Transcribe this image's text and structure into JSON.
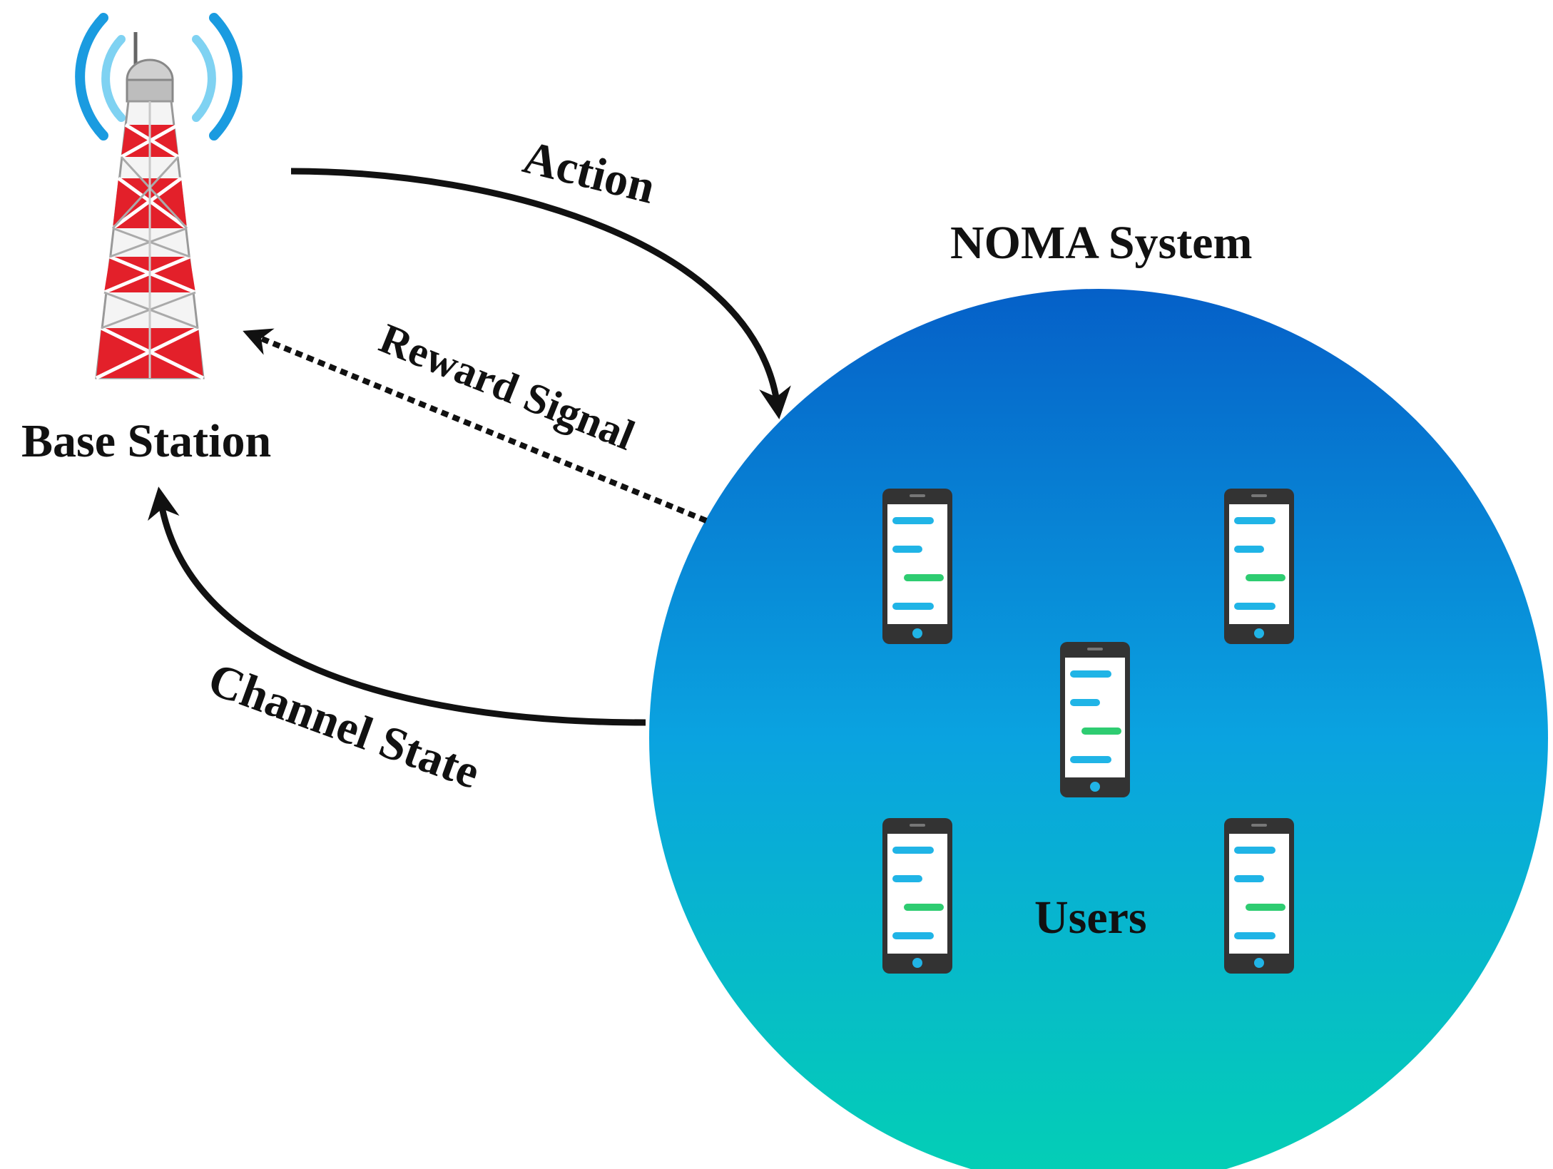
{
  "labels": {
    "base_station": "Base Station",
    "noma_system": "NOMA System",
    "users": "Users",
    "action": "Action",
    "reward_signal": "Reward Signal",
    "channel_state": "Channel State"
  },
  "colors": {
    "circle_top": "#0560c8",
    "circle_bottom": "#03d0b4",
    "tower_red": "#e3202a",
    "tower_white": "#e8e8e8",
    "signal_wave": "#1a9be0",
    "phone_body": "#333333",
    "phone_screen": "#ffffff",
    "chat_blue": "#20b4e6",
    "chat_green": "#2ecc71",
    "arrow": "#111111"
  },
  "user_device_count": 5
}
